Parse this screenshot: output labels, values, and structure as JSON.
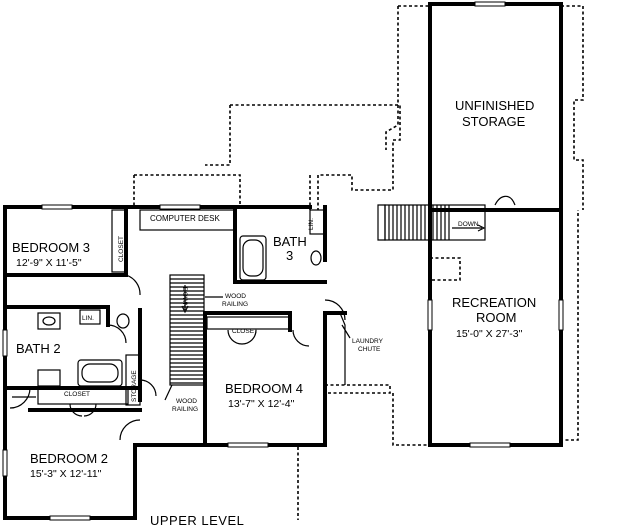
{
  "plan": {
    "level_title": "UPPER LEVEL",
    "rooms": {
      "bedroom3": {
        "name": "BEDROOM 3",
        "dims": "12'-9\" X 11'-5\""
      },
      "bedroom2": {
        "name": "BEDROOM 2",
        "dims": "15'-3\" X 12'-11\""
      },
      "bedroom4": {
        "name": "BEDROOM 4",
        "dims": "13'-7\" X 12'-4\""
      },
      "bath2": {
        "name": "BATH 2"
      },
      "bath3": {
        "name": "BATH",
        "number": "3"
      },
      "storage": {
        "line1": "UNFINISHED",
        "line2": "STORAGE"
      },
      "recreation": {
        "line1": "RECREATION",
        "line2": "ROOM",
        "dims": "15'-0\" X 27'-3\""
      }
    },
    "labels": {
      "computer_desk": "COMPUTER DESK",
      "closet": "CLOSET",
      "lin": "LIN.",
      "storage_small": "STORAGE",
      "down": "DOWN",
      "wood_railing_line1": "WOOD",
      "wood_railing_line2": "RAILING",
      "laundry_line1": "LAUNDRY",
      "laundry_line2": "CHUTE"
    }
  }
}
